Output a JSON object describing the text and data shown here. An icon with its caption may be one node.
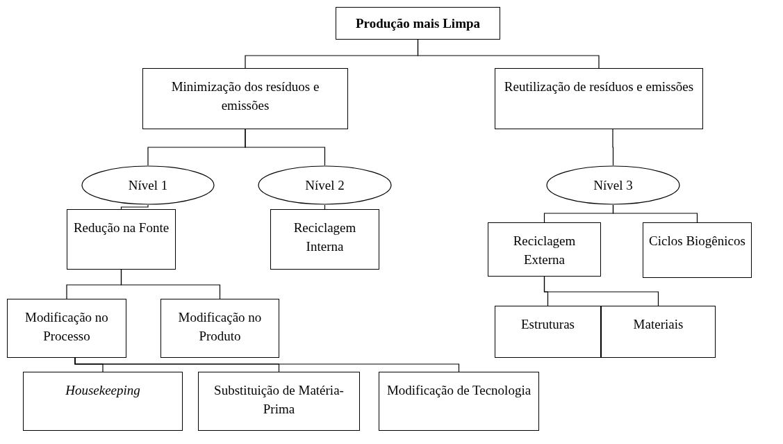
{
  "diagram": {
    "nodes": [
      {
        "text": [
          "Produção mais Limpa"
        ]
      },
      {
        "text": [
          "Minimização dos resíduos e emissões"
        ]
      },
      {
        "text": [
          "Reutilização de resíduos e emissões"
        ]
      },
      {
        "text": [
          "Nível 1"
        ]
      },
      {
        "text": [
          "Nível 2"
        ]
      },
      {
        "text": [
          "Nível 3"
        ]
      },
      {
        "text": [
          "Redução na Fonte"
        ]
      },
      {
        "text": [
          "Reciclagem Interna"
        ]
      },
      {
        "text": [
          "Reciclagem Externa"
        ]
      },
      {
        "text": [
          "Ciclos Biogênicos"
        ]
      },
      {
        "text": [
          "Modificação no Processo"
        ]
      },
      {
        "text": [
          "Modificação no Produto"
        ]
      },
      {
        "text": [
          "Estruturas"
        ]
      },
      {
        "text": [
          "Materiais"
        ]
      },
      {
        "text": [
          "Housekeeping"
        ]
      },
      {
        "text": [
          "Substituição de Matéria-Prima"
        ]
      },
      {
        "text": [
          "Modificação de Tecnologia"
        ]
      }
    ],
    "edges": [
      {
        "from": 0,
        "to": 1,
        "arrow": "none"
      },
      {
        "from": 0,
        "to": 2,
        "arrow": "none"
      },
      {
        "from": 1,
        "to": 3,
        "arrow": "none"
      },
      {
        "from": 1,
        "to": 4,
        "arrow": "none"
      },
      {
        "from": 2,
        "to": 5,
        "arrow": "none"
      },
      {
        "from": 3,
        "to": 6,
        "arrow": "none"
      },
      {
        "from": 4,
        "to": 7,
        "arrow": "none"
      },
      {
        "from": 5,
        "to": 8,
        "arrow": "none"
      },
      {
        "from": 5,
        "to": 9,
        "arrow": "none"
      },
      {
        "from": 6,
        "to": 10,
        "arrow": "none"
      },
      {
        "from": 6,
        "to": 11,
        "arrow": "none"
      },
      {
        "from": 8,
        "to": 12,
        "arrow": "none"
      },
      {
        "from": 8,
        "to": 13,
        "arrow": "none"
      },
      {
        "from": 10,
        "to": 14,
        "arrow": "none"
      },
      {
        "from": 10,
        "to": 15,
        "arrow": "none"
      },
      {
        "from": 10,
        "to": 16,
        "arrow": "none"
      }
    ]
  }
}
